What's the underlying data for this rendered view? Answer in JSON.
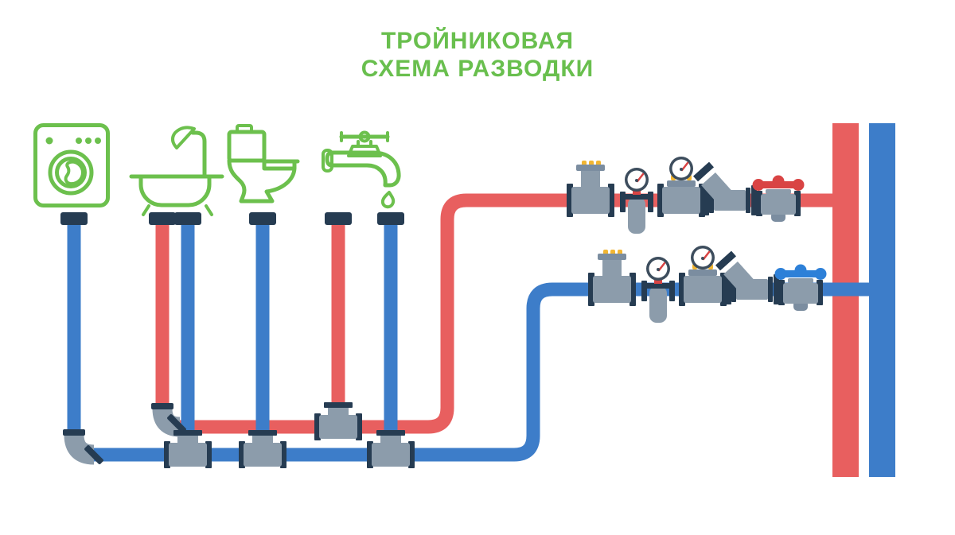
{
  "title": {
    "line1": "ТРОЙНИКОВАЯ",
    "line2": "СХЕМА РАЗВОДКИ"
  },
  "colors": {
    "background": "#ffffff",
    "title-green": "#69bf4e",
    "fixture-green": "#6cc04d",
    "hot": "#e85f5f",
    "cold": "#3d7dc9",
    "handle-hot": "#d94444",
    "handle-cold": "#2d80d8",
    "fitting": "#8c9cab",
    "fitting-shade": "#7b8da0",
    "fitting-dark": "#263c52",
    "bolt-yellow": "#f2b632",
    "gauge-rim": "#3d4d5d",
    "gauge-dial": "#ffffff",
    "gauge-needle": "#d94444"
  },
  "fixtures": [
    {
      "name": "washing-machine"
    },
    {
      "name": "bathtub-with-shower"
    },
    {
      "name": "toilet"
    },
    {
      "name": "faucet"
    }
  ],
  "pipelines": [
    {
      "name": "hot-water-line",
      "color_key": "hot"
    },
    {
      "name": "cold-water-line",
      "color_key": "cold"
    }
  ],
  "assembly_components": [
    "flanged-tee-with-cap",
    "pressure-gauge-with-well",
    "pressure-gauge-on-tee",
    "y-strainer",
    "shutoff-valve"
  ]
}
